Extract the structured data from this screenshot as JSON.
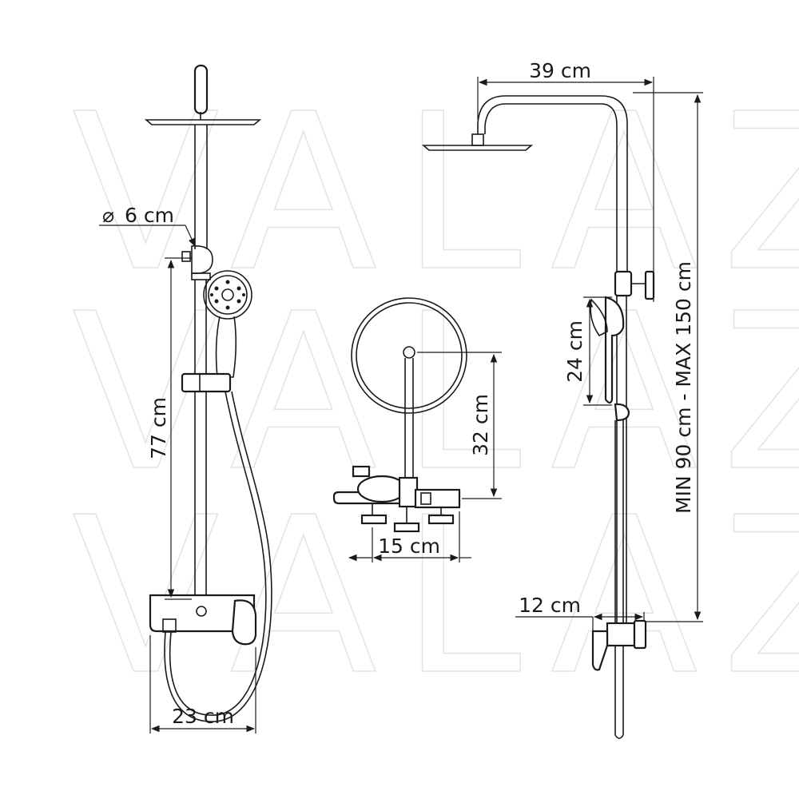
{
  "watermark": {
    "rows": [
      "VALAZ",
      "VALAZ",
      "VALAZ"
    ]
  },
  "dimensions": {
    "pipe_diameter": "6 cm",
    "slide_rail_height": "77 cm",
    "mixer_width_front": "23 cm",
    "outlet_height_top": "32 cm",
    "mixer_width_top": "15 cm",
    "arm_reach": "39 cm",
    "hand_shower_length": "24 cm",
    "adjustable_height": "MIN 90 cm - MAX 150 cm",
    "wall_offset": "12 cm"
  },
  "symbols": {
    "diameter": "⌀"
  }
}
